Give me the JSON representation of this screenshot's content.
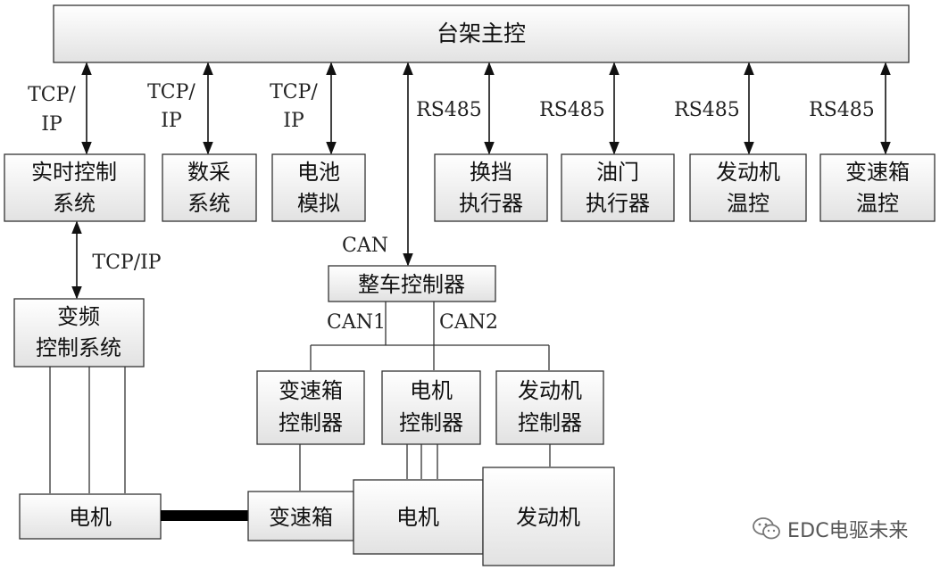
{
  "nodes": {
    "master": "台架主控",
    "rt_ctrl": [
      "实时控制",
      "系统"
    ],
    "daq": [
      "数采",
      "系统"
    ],
    "battery": [
      "电池",
      "模拟"
    ],
    "shift_act": [
      "换挡",
      "执行器"
    ],
    "throttle_act": [
      "油门",
      "执行器"
    ],
    "engine_temp": [
      "发动机",
      "温控"
    ],
    "gearbox_temp": [
      "变速箱",
      "温控"
    ],
    "vfd": [
      "变频",
      "控制系统"
    ],
    "vcu": "整车控制器",
    "gearbox_ctrl": [
      "变速箱",
      "控制器"
    ],
    "motor_ctrl": [
      "电机",
      "控制器"
    ],
    "engine_ctrl": [
      "发动机",
      "控制器"
    ],
    "motor_left": "电机",
    "gearbox": "变速箱",
    "motor_mid": "电机",
    "engine": "发动机"
  },
  "protocols": {
    "tcp1": [
      "TCP/",
      "IP"
    ],
    "tcp2": [
      "TCP/",
      "IP"
    ],
    "tcp3": [
      "TCP/",
      "IP"
    ],
    "rs485_1": "RS485",
    "rs485_2": "RS485",
    "rs485_3": "RS485",
    "rs485_4": "RS485",
    "tcp_vfd": "TCP/IP",
    "can": "CAN",
    "can1": "CAN1",
    "can2": "CAN2"
  },
  "watermark": "EDC电驱未来"
}
